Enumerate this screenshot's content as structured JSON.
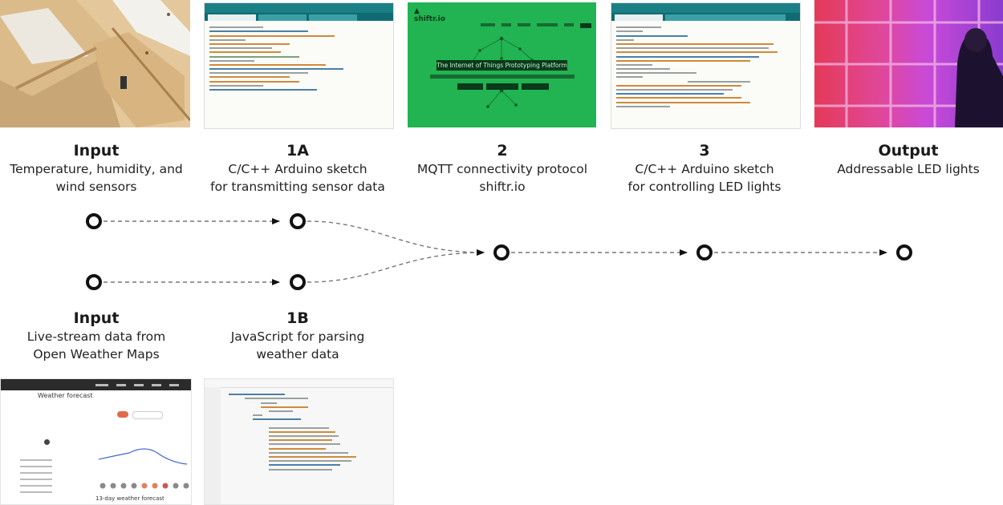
{
  "nodes": {
    "input_top": {
      "title": "Input",
      "desc": [
        "Temperature, humidity, and",
        "wind sensors"
      ]
    },
    "step_1a": {
      "title": "1A",
      "desc": [
        "C/C++ Arduino sketch",
        "for transmitting sensor data"
      ]
    },
    "step_2": {
      "title": "2",
      "desc": [
        "MQTT connectivity protocol",
        "shiftr.io"
      ]
    },
    "step_3": {
      "title": "3",
      "desc": [
        "C/C++ Arduino sketch",
        "for controlling LED lights"
      ]
    },
    "output": {
      "title": "Output",
      "desc": [
        "Addressable LED lights"
      ]
    },
    "input_bottom": {
      "title": "Input",
      "desc": [
        "Live-stream data from",
        "Open Weather Maps"
      ]
    },
    "step_1b": {
      "title": "1B",
      "desc": [
        "JavaScript for parsing",
        "weather data"
      ]
    }
  },
  "screens": {
    "shiftr": {
      "logo": "shiftr.io",
      "headline": "The Internet of Things Prototyping Platform"
    },
    "weather": {
      "heading": "Weather forecast",
      "subheading": "13-day weather forecast"
    }
  },
  "colors": {
    "shiftr_green": "#22b352",
    "arduino_teal": "#1b7f86",
    "led_pink": "#e0479a",
    "led_purple": "#8a3bd0",
    "wood": "#d9b88a"
  },
  "icons": [
    "circle-node-icon",
    "arrow-icon"
  ]
}
